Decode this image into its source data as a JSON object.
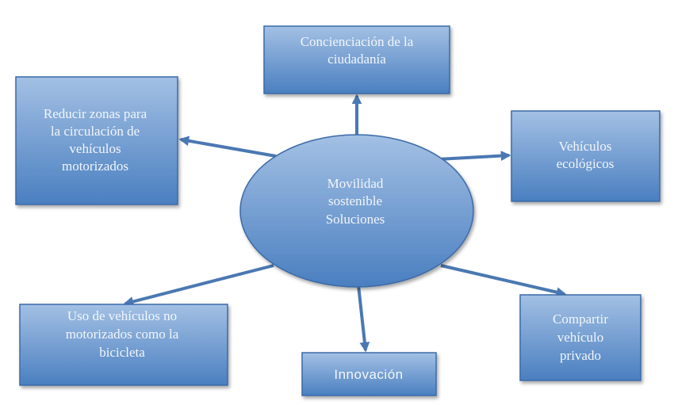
{
  "diagram": {
    "center": {
      "lines": [
        "Movilidad",
        "sostenible",
        "Soluciones"
      ]
    },
    "nodes": [
      {
        "id": "concienciacion",
        "lines": [
          "Concienciación de la",
          "ciudadanía"
        ]
      },
      {
        "id": "reducir-zonas",
        "lines": [
          "Reducir zonas para",
          "la circulación de",
          "vehículos",
          "motorizados"
        ]
      },
      {
        "id": "vehiculos-ecologicos",
        "lines": [
          "Vehículos",
          "ecológicos"
        ]
      },
      {
        "id": "no-motorizados",
        "lines": [
          "Uso de vehículos no",
          "motorizados como la",
          "bicicleta"
        ]
      },
      {
        "id": "innovacion",
        "lines": [
          "Innovación"
        ]
      },
      {
        "id": "compartir",
        "lines": [
          "Compartir",
          "vehículo",
          "privado"
        ]
      }
    ],
    "colors": {
      "box_top": "#a3c0e4",
      "box_bottom": "#4a7fc0",
      "border": "#3a6aa8",
      "arrow": "#4a78b2"
    }
  }
}
